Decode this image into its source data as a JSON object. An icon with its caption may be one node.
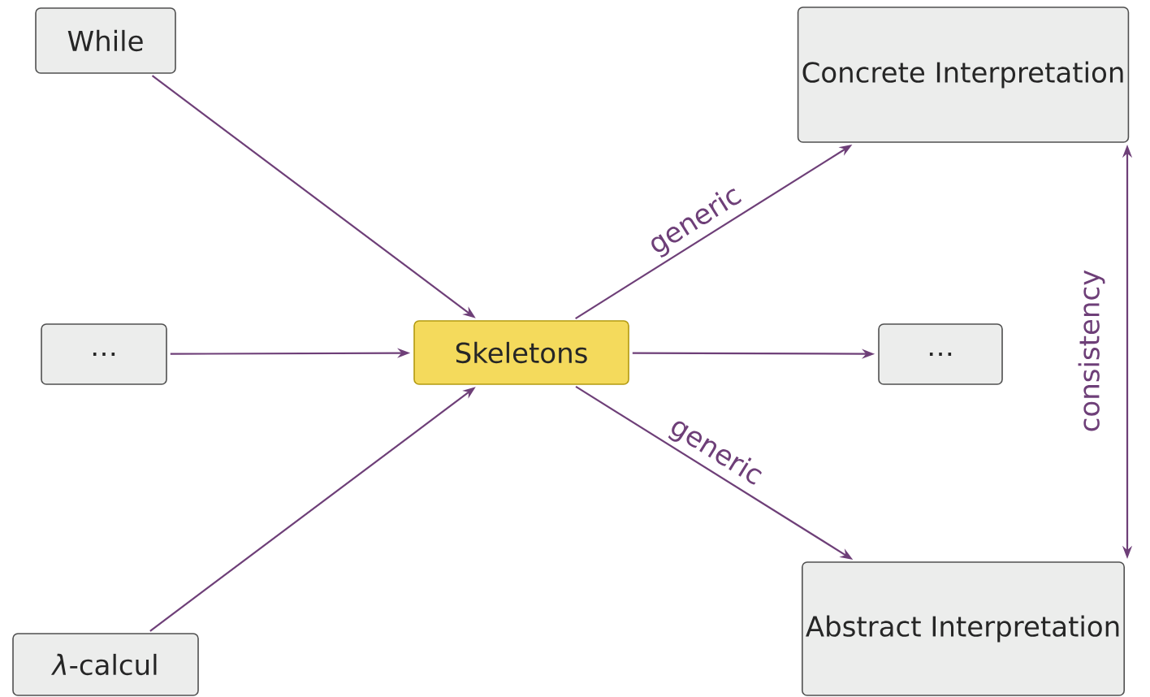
{
  "diagram": {
    "nodes": [
      {
        "text": [
          "While"
        ]
      },
      {
        "text": [
          "…"
        ]
      },
      {
        "text": [
          "*λ*-calcul"
        ]
      },
      {
        "text": [
          "Skeletons"
        ]
      },
      {
        "text": [
          "Concrete Interpretation"
        ]
      },
      {
        "text": [
          "…"
        ]
      },
      {
        "text": [
          "Abstract Interpretation"
        ]
      }
    ],
    "edges": [
      {
        "from": 0,
        "to": 3,
        "arrow": "to"
      },
      {
        "from": 1,
        "to": 3,
        "arrow": "to"
      },
      {
        "from": 2,
        "to": 3,
        "arrow": "to"
      },
      {
        "from": 3,
        "to": 4,
        "arrow": "to",
        "label": "generic"
      },
      {
        "from": 3,
        "to": 5,
        "arrow": "to"
      },
      {
        "from": 3,
        "to": 6,
        "arrow": "to",
        "label": "generic"
      },
      {
        "from": 4,
        "to": 6,
        "arrow": "both",
        "label": "consistency"
      }
    ]
  }
}
